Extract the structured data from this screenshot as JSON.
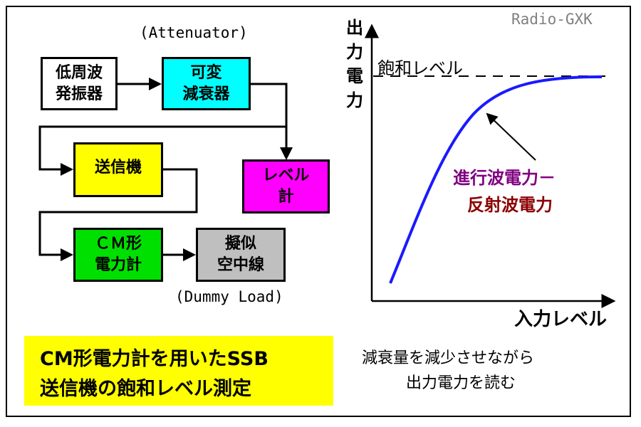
{
  "credit": "Radio-GXK",
  "attenuator_note": "(Attenuator)",
  "dummy_load_note": "(Dummy Load)",
  "blocks": {
    "oscillator": [
      "低周波",
      "発振器"
    ],
    "attenuator": [
      "可変",
      "減衰器"
    ],
    "level_meter": [
      "レベル",
      "計"
    ],
    "transmitter": [
      "送信機"
    ],
    "cm_meter": [
      "ＣＭ形",
      "電力計"
    ],
    "dummy_load": [
      "擬似",
      "空中線"
    ]
  },
  "colors": {
    "oscillator": "#ffffff",
    "attenuator": "#00ffff",
    "level_meter": "#ff00ff",
    "transmitter": "#ffff00",
    "cm_meter": "#00e000",
    "dummy_load": "#bfbfbf",
    "caption_bg": "#ffff00",
    "curve": "#1a1aff",
    "forward_text": "#800080",
    "reflected_text": "#8b0000"
  },
  "caption": {
    "line1": "CM形電力計を用いたSSB",
    "line2": "送信機の飽和レベル測定"
  },
  "instruction": {
    "line1": "減衰量を減少させながら",
    "line2": "出力電力を読む"
  },
  "graph": {
    "y_axis_label": "出力電力",
    "x_axis_label": "入力レベル",
    "saturation_label": "飽和レベル",
    "forward_label": "進行波電力－",
    "reflected_label": "反射波電力"
  }
}
